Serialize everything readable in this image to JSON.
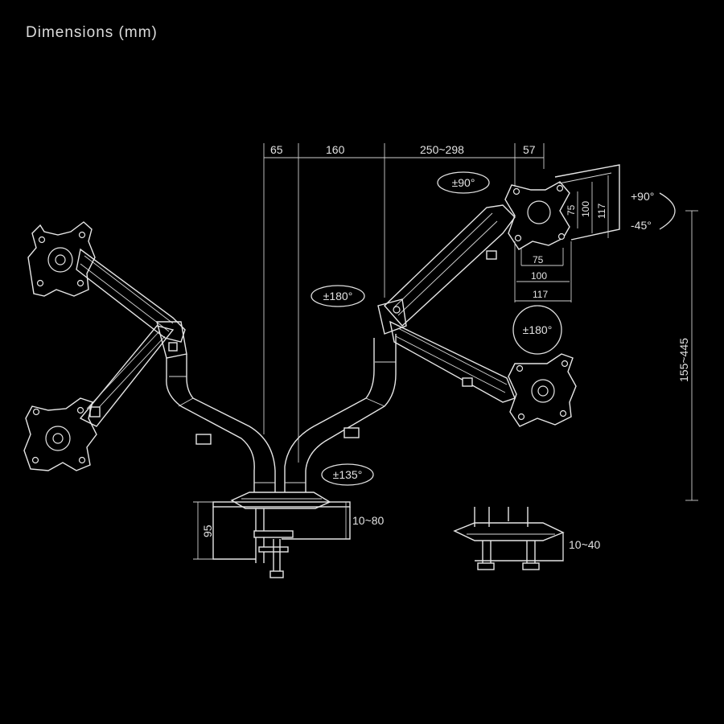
{
  "title": "Dimensions (mm)",
  "dimensions": {
    "offset_a": "65",
    "offset_b": "160",
    "arm_extension": "250~298",
    "tilt_depth": "57",
    "height_range": "155~445",
    "clamp_height": "95",
    "clamp_range": "10~80",
    "grommet_range": "10~40",
    "vesa_h_75": "75",
    "vesa_h_100": "100",
    "vesa_h_117": "117",
    "vesa_w_75": "75",
    "vesa_w_100": "100",
    "vesa_w_117": "117"
  },
  "angles": {
    "tilt": "±90°",
    "pan": "±180°",
    "rotation": "±180°",
    "base_swivel": "±135°",
    "tilt_up": "+90°",
    "tilt_down": "-45°"
  }
}
